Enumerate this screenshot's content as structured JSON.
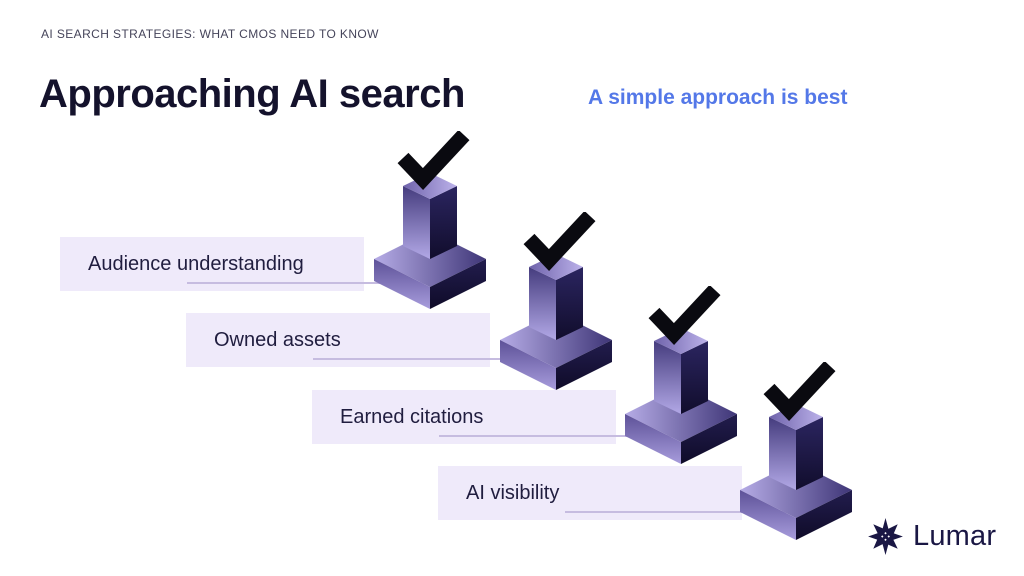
{
  "header": {
    "eyebrow": "AI SEARCH STRATEGIES: WHAT CMOS NEED TO KNOW",
    "title": "Approaching AI search",
    "subtitle": "A simple approach is best"
  },
  "steps": [
    {
      "label": "Audience understanding",
      "checked": true
    },
    {
      "label": "Owned assets",
      "checked": true
    },
    {
      "label": "Earned citations",
      "checked": true
    },
    {
      "label": "AI visibility",
      "checked": true
    }
  ],
  "logo": {
    "brand": "Lumar",
    "icon": "lumar-star-icon"
  },
  "colors": {
    "background": "#ffffff",
    "accent_blue": "#5478e8",
    "band_background": "#efeafa",
    "band_underline": "#c6bce0",
    "text_dark": "#14122c",
    "eyebrow_text": "#45445a",
    "podium_light_purple": "#b2a8e6",
    "podium_dark_navy": "#110d2c",
    "checkmark": "#0a0a10",
    "logo_navy": "#1a1744"
  }
}
